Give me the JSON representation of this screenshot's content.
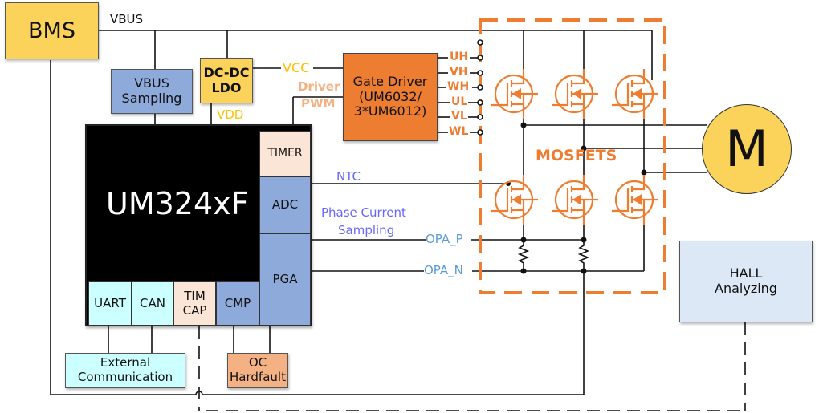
{
  "colors": {
    "yellow": "#fbd35a",
    "blue_block": "#8eaadb",
    "cyan_block": "#ccffff",
    "peach_block": "#fbe5d6",
    "orange": "#ed7d31",
    "oc_orange": "#f4b183",
    "hall_fill": "#dce8f5",
    "vdd_label": "#ffc000",
    "driver_pwm_label": "#f4b183",
    "ntc_label": "#6666ff",
    "opa_label": "#5b9bd5"
  },
  "blocks": {
    "bms": "BMS",
    "vbus_sampling": [
      "VBUS",
      "Sampling"
    ],
    "dcdc_ldo": [
      "DC-DC",
      "LDO"
    ],
    "gate_driver": [
      "Gate Driver",
      "(UM6032/",
      "3*UM6012)"
    ],
    "mcu": "UM324xF",
    "timer": "TIMER",
    "adc": "ADC",
    "pga": "PGA",
    "uart": "UART",
    "can": "CAN",
    "tim_cap": [
      "TIM",
      "CAP"
    ],
    "cmp": "CMP",
    "external_comm": [
      "External",
      "Communication"
    ],
    "oc_hardfault": [
      "OC",
      "Hardfault"
    ],
    "hall": [
      "HALL",
      "Analyzing"
    ],
    "motor": "M",
    "mosfets": "MOSFETS"
  },
  "signals": {
    "vbus": "VBUS",
    "vcc": "VCC",
    "vdd": "VDD",
    "driver_pwm": [
      "Driver",
      "PWM"
    ],
    "gate_pins": [
      "UH",
      "VH",
      "WH",
      "UL",
      "VL",
      "WL"
    ],
    "ntc": "NTC",
    "phase_current": [
      "Phase Current",
      "Sampling"
    ],
    "opa_p": "OPA_P",
    "opa_n": "OPA_N"
  }
}
